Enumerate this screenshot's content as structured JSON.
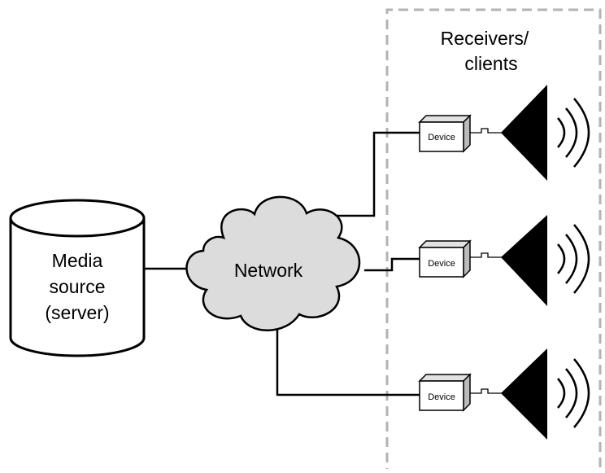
{
  "group": {
    "label_line1": "Receivers/",
    "label_line2": "clients"
  },
  "server": {
    "line1": "Media",
    "line2": "source",
    "line3": "(server)"
  },
  "network": {
    "label": "Network"
  },
  "devices": [
    {
      "label": "Device"
    },
    {
      "label": "Device"
    },
    {
      "label": "Device"
    }
  ],
  "colors": {
    "cloud_fill": "#dcdcdc",
    "device_face": "#ffffff",
    "device_side": "#bbbbbb",
    "device_top": "#e2e2e2",
    "group_border": "#b3b3b3",
    "speaker": "#000000"
  },
  "icons": [
    "database-icon",
    "cloud-icon",
    "device-icon",
    "speaker-icon",
    "sound-waves-icon"
  ]
}
